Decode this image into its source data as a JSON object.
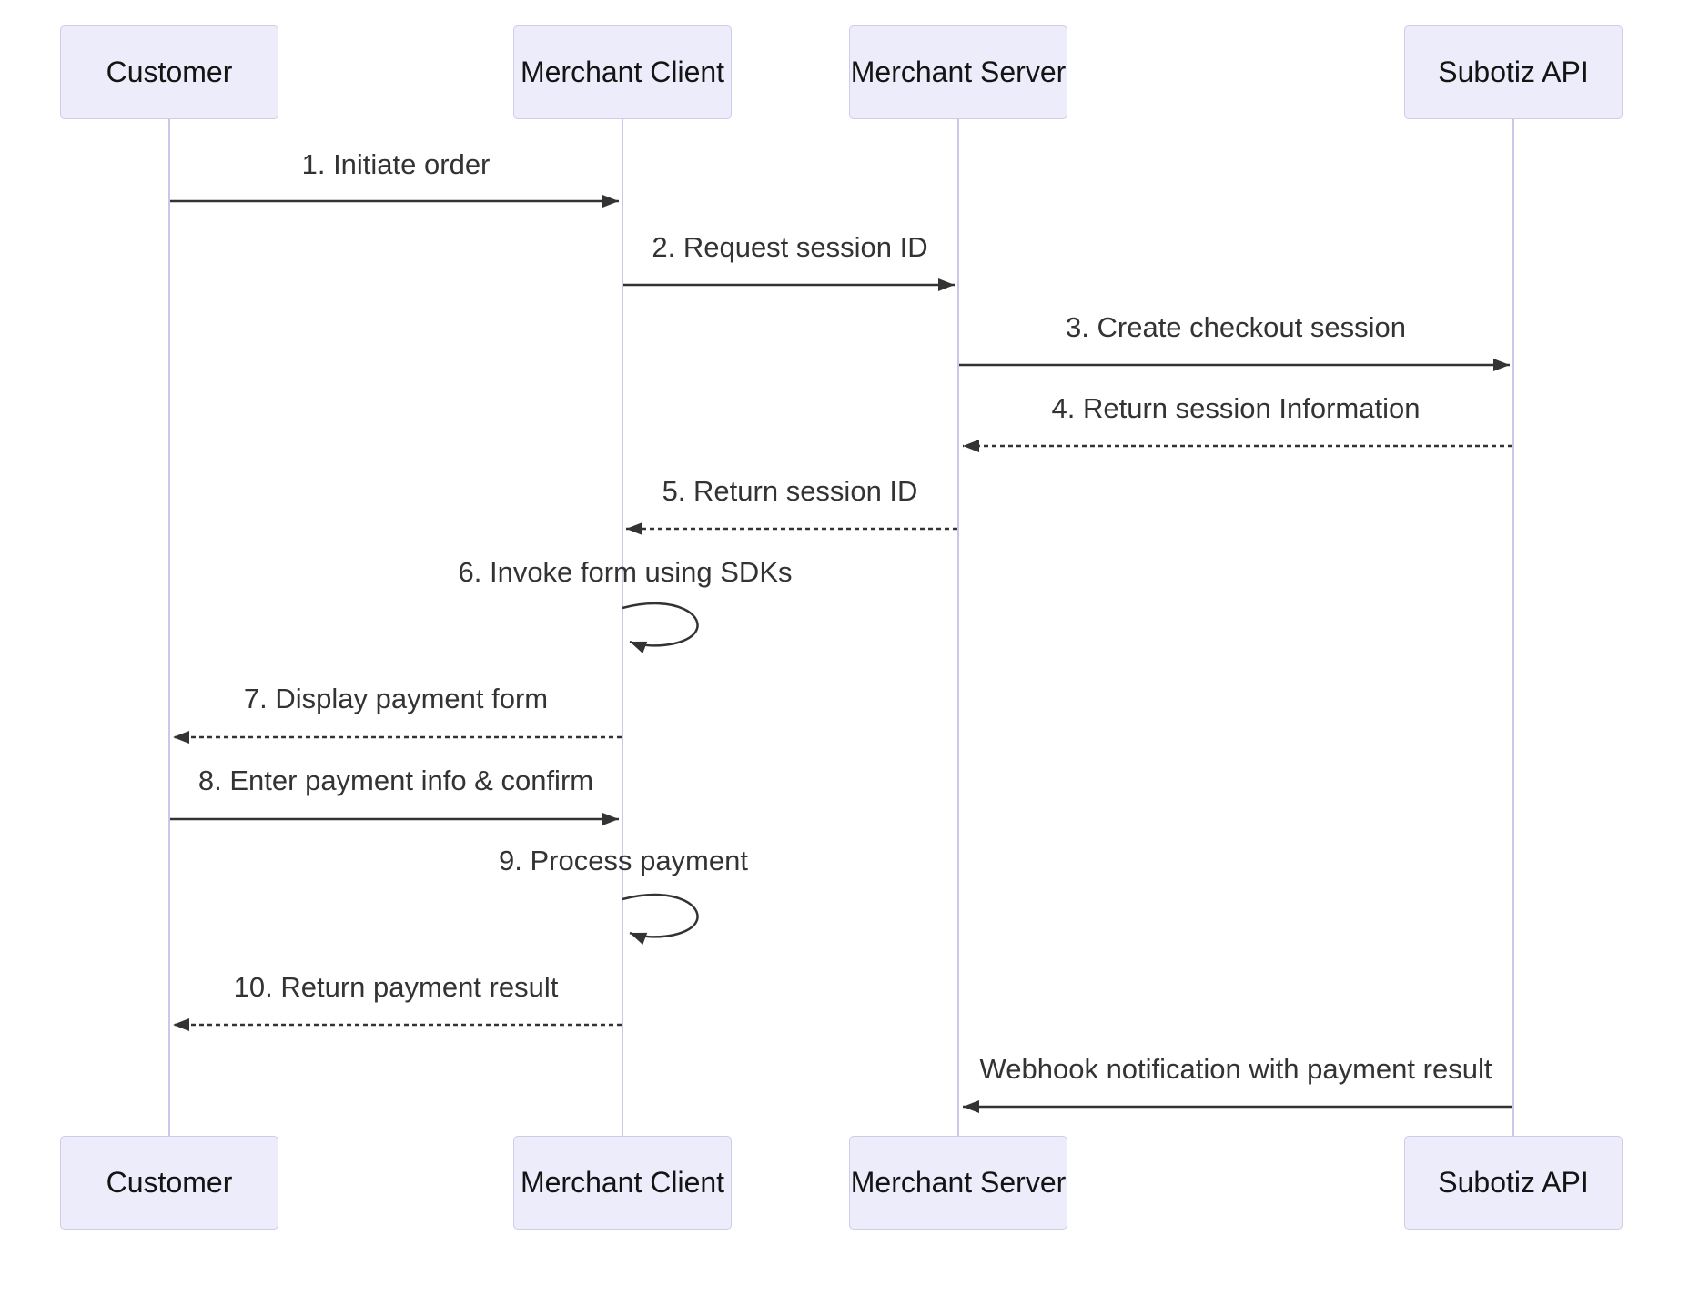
{
  "colors": {
    "background": "#ffffff",
    "actor_fill": "#ececfb",
    "actor_border": "#cfcbe9",
    "actor_text": "#141414",
    "lifeline": "#ccc7e8",
    "message_text": "#333333",
    "arrow": "#333333"
  },
  "diagram": {
    "type": "sequence-diagram",
    "actors": [
      {
        "id": "customer",
        "name": "Customer"
      },
      {
        "id": "merchant-client",
        "name": "Merchant Client"
      },
      {
        "id": "merchant-server",
        "name": "Merchant Server"
      },
      {
        "id": "subotiz-api",
        "name": "Subotiz API"
      }
    ],
    "messages": [
      {
        "label": "1. Initiate order",
        "from": "Customer",
        "to": "Merchant Client",
        "line": "solid"
      },
      {
        "label": "2. Request session ID",
        "from": "Merchant Client",
        "to": "Merchant Server",
        "line": "solid"
      },
      {
        "label": "3. Create checkout session",
        "from": "Merchant Server",
        "to": "Subotiz API",
        "line": "solid"
      },
      {
        "label": "4. Return session Information",
        "from": "Subotiz API",
        "to": "Merchant Server",
        "line": "dashed"
      },
      {
        "label": "5. Return session ID",
        "from": "Merchant Server",
        "to": "Merchant Client",
        "line": "dashed"
      },
      {
        "label": "6. Invoke form using SDKs",
        "from": "Merchant Client",
        "to": "Merchant Client",
        "line": "self"
      },
      {
        "label": "7. Display payment form",
        "from": "Merchant Client",
        "to": "Customer",
        "line": "dashed"
      },
      {
        "label": "8. Enter payment info & confirm",
        "from": "Customer",
        "to": "Merchant Client",
        "line": "solid"
      },
      {
        "label": "9. Process payment",
        "from": "Merchant Client",
        "to": "Merchant Client",
        "line": "self"
      },
      {
        "label": "10. Return payment result",
        "from": "Merchant Client",
        "to": "Customer",
        "line": "dashed"
      },
      {
        "label": "Webhook notification with payment result",
        "from": "Subotiz API",
        "to": "Merchant Server",
        "line": "solid"
      }
    ]
  }
}
